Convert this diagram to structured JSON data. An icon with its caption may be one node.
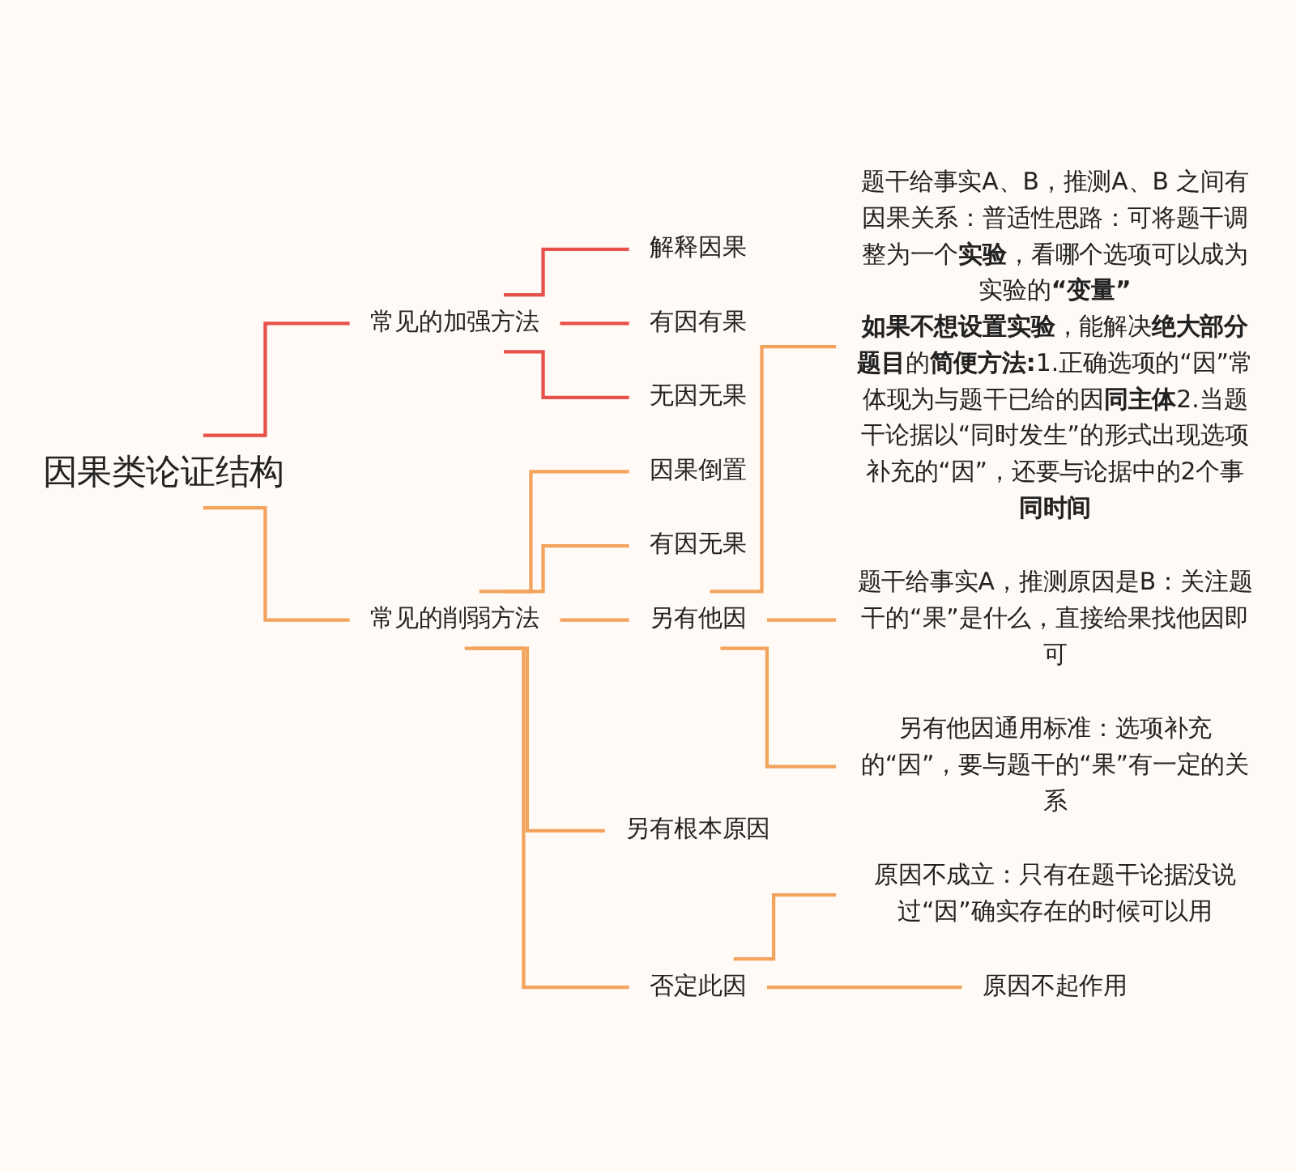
{
  "diagram": {
    "nodes": [
      {
        "text": [
          "因果类论证结构"
        ]
      },
      {
        "text": [
          "常见的加强方法"
        ]
      },
      {
        "text": [
          "解释因果"
        ]
      },
      {
        "text": [
          "有因有果"
        ]
      },
      {
        "text": [
          "无因无果"
        ]
      },
      {
        "text": [
          "常见的削弱方法"
        ]
      },
      {
        "text": [
          "因果倒置"
        ]
      },
      {
        "text": [
          "有因无果"
        ]
      },
      {
        "text": [
          "另有他因"
        ]
      },
      {
        "text": [
          "题干给事实A、B，推测A、B 之间有因果关系：普适性思路：可将题干调整为一个**实验**，看哪个选项可以成为实验的**“变量”**",
          "**如果不想设置实验**，能解决**绝大部分题目**的**简便方法:**1.正确选项的“因”常体现为与题干已给的因**同主体**2.当题干论据以“同时发生”的形式出现选项补充的“因”，还要与论据中的2个事**同时间**"
        ]
      },
      {
        "text": [
          "题干给事实A，推测原因是B：关注题干的“果”是什么，直接给果找他因即可"
        ]
      },
      {
        "text": [
          "另有他因通用标准：选项补充的“因”，要与题干的“果”有一定的关系"
        ]
      },
      {
        "text": [
          "另有根本原因"
        ]
      },
      {
        "text": [
          "否定此因"
        ]
      },
      {
        "text": [
          "原因不成立：只有在题干论据没说过“因”确实存在的时候可以用"
        ]
      },
      {
        "text": [
          "原因不起作用"
        ]
      }
    ],
    "edges": [
      {
        "from": 0,
        "to": 1,
        "arrow": "none",
        "color": "#e8504a"
      },
      {
        "from": 1,
        "to": 2,
        "arrow": "none",
        "color": "#e8504a"
      },
      {
        "from": 1,
        "to": 3,
        "arrow": "none",
        "color": "#e8504a"
      },
      {
        "from": 1,
        "to": 4,
        "arrow": "none",
        "color": "#e8504a"
      },
      {
        "from": 0,
        "to": 5,
        "arrow": "none"
      },
      {
        "from": 5,
        "to": 6,
        "arrow": "none"
      },
      {
        "from": 5,
        "to": 7,
        "arrow": "none"
      },
      {
        "from": 5,
        "to": 8,
        "arrow": "none"
      },
      {
        "from": 8,
        "to": 9,
        "arrow": "none"
      },
      {
        "from": 8,
        "to": 10,
        "arrow": "none"
      },
      {
        "from": 8,
        "to": 11,
        "arrow": "none"
      },
      {
        "from": 5,
        "to": 12,
        "arrow": "none"
      },
      {
        "from": 5,
        "to": 13,
        "arrow": "none"
      },
      {
        "from": 13,
        "to": 14,
        "arrow": "none"
      },
      {
        "from": 13,
        "to": 15,
        "arrow": "none"
      }
    ]
  }
}
